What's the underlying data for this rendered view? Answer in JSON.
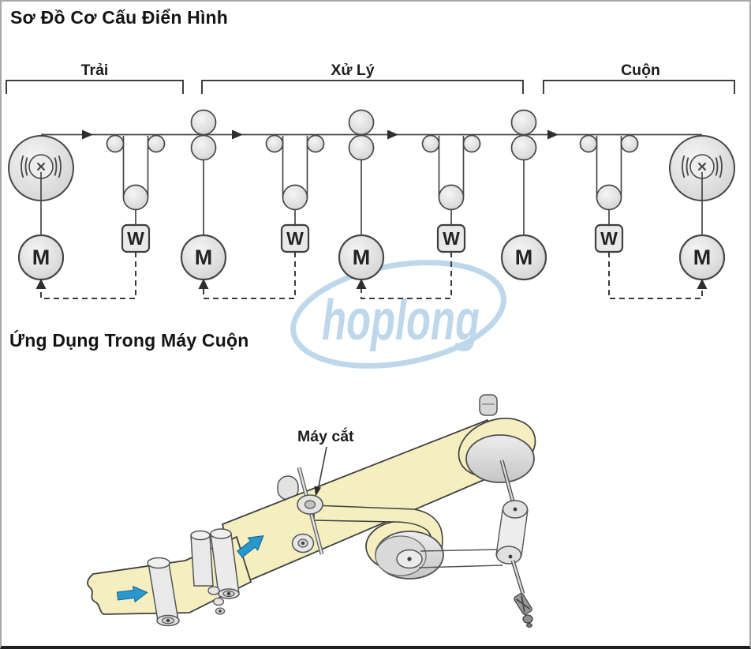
{
  "page": {
    "title_top": "Sơ Đồ Cơ Cấu Điển Hình",
    "title_bottom": "Ứng Dụng Trong Máy Cuộn"
  },
  "diagram": {
    "sections": [
      {
        "label": "Trải"
      },
      {
        "label": "Xử Lý"
      },
      {
        "label": "Cuộn"
      }
    ],
    "motor_label": "M",
    "load_cell_label": "W",
    "motor_count": 5,
    "load_cell_count": 4,
    "feedback": "W load cells feed dashed signal lines to motors M"
  },
  "illustration": {
    "cutter_label": "Máy cắt"
  },
  "watermark": {
    "text": "hoplong",
    "color": "#b7d3e9"
  },
  "colors": {
    "line_dark": "#474747",
    "roller_fill": "#e9e9e9",
    "web_yellow": "#f5efc0",
    "arrow_blue": "#2b97cf",
    "watermark_blue": "#b7d3e9"
  }
}
